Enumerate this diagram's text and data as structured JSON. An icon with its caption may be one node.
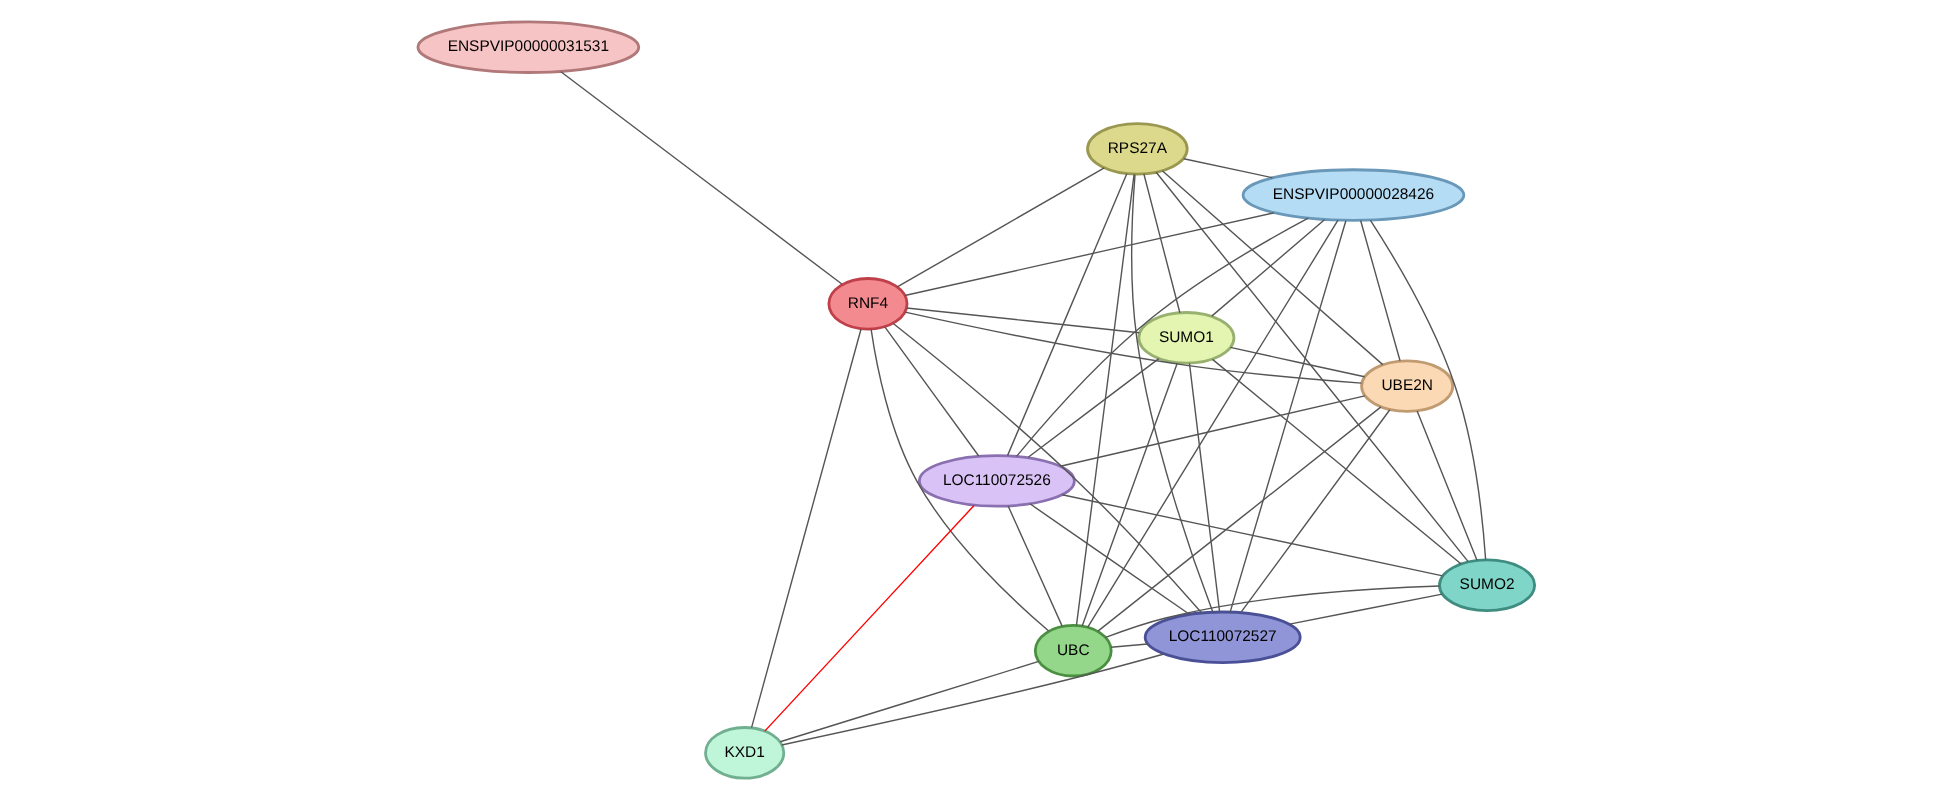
{
  "diagram": {
    "nodes": [
      {
        "text": [
          "ENSPVIP00000031531"
        ]
      },
      {
        "text": [
          "UBE2N"
        ]
      },
      {
        "text": [
          "SUMO1"
        ]
      },
      {
        "text": [
          "RNF4"
        ]
      },
      {
        "text": [
          "ENSPVIP00000028426"
        ]
      },
      {
        "text": [
          "RPS27A"
        ]
      },
      {
        "text": [
          "SUMO2"
        ]
      },
      {
        "text": [
          "LOC110072527"
        ]
      },
      {
        "text": [
          "LOC110072526"
        ]
      },
      {
        "text": [
          "UBC"
        ]
      },
      {
        "text": [
          "KXD1"
        ]
      }
    ],
    "edges": [
      {
        "from": 0,
        "to": 3,
        "arrow": "none"
      },
      {
        "from": 1,
        "to": 2,
        "arrow": "none"
      },
      {
        "from": 1,
        "to": 3,
        "arrow": "none"
      },
      {
        "from": 1,
        "to": 4,
        "arrow": "none"
      },
      {
        "from": 1,
        "to": 5,
        "arrow": "none"
      },
      {
        "from": 1,
        "to": 6,
        "arrow": "none"
      },
      {
        "from": 1,
        "to": 7,
        "arrow": "none"
      },
      {
        "from": 1,
        "to": 8,
        "arrow": "none"
      },
      {
        "from": 1,
        "to": 9,
        "arrow": "none"
      },
      {
        "from": 2,
        "to": 3,
        "arrow": "none"
      },
      {
        "from": 2,
        "to": 4,
        "arrow": "none"
      },
      {
        "from": 2,
        "to": 5,
        "arrow": "none"
      },
      {
        "from": 2,
        "to": 6,
        "arrow": "none"
      },
      {
        "from": 2,
        "to": 7,
        "arrow": "none"
      },
      {
        "from": 2,
        "to": 8,
        "arrow": "none"
      },
      {
        "from": 2,
        "to": 9,
        "arrow": "none"
      },
      {
        "from": 3,
        "to": 4,
        "arrow": "none"
      },
      {
        "from": 3,
        "to": 5,
        "arrow": "none"
      },
      {
        "from": 3,
        "to": 7,
        "arrow": "none"
      },
      {
        "from": 3,
        "to": 8,
        "arrow": "none"
      },
      {
        "from": 3,
        "to": 9,
        "arrow": "none"
      },
      {
        "from": 3,
        "to": 10,
        "arrow": "none"
      },
      {
        "from": 4,
        "to": 5,
        "arrow": "none"
      },
      {
        "from": 4,
        "to": 6,
        "arrow": "none"
      },
      {
        "from": 4,
        "to": 7,
        "arrow": "none"
      },
      {
        "from": 4,
        "to": 8,
        "arrow": "none"
      },
      {
        "from": 4,
        "to": 9,
        "arrow": "none"
      },
      {
        "from": 5,
        "to": 6,
        "arrow": "none"
      },
      {
        "from": 5,
        "to": 7,
        "arrow": "none"
      },
      {
        "from": 5,
        "to": 8,
        "arrow": "none"
      },
      {
        "from": 5,
        "to": 9,
        "arrow": "none"
      },
      {
        "from": 6,
        "to": 7,
        "arrow": "none"
      },
      {
        "from": 6,
        "to": 8,
        "arrow": "none"
      },
      {
        "from": 6,
        "to": 9,
        "arrow": "none"
      },
      {
        "from": 7,
        "to": 8,
        "arrow": "none"
      },
      {
        "from": 7,
        "to": 9,
        "arrow": "none"
      },
      {
        "from": 7,
        "to": 10,
        "arrow": "none"
      },
      {
        "from": 8,
        "to": 9,
        "arrow": "none"
      },
      {
        "from": 8,
        "to": 10,
        "arrow": "none",
        "color": "#ff0000"
      },
      {
        "from": 9,
        "to": 10,
        "arrow": "none"
      }
    ]
  }
}
